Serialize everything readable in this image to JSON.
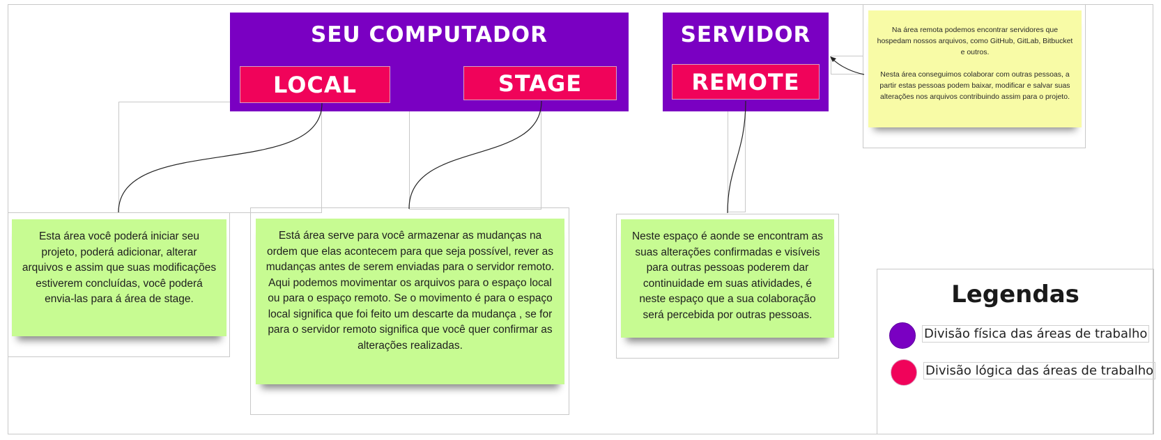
{
  "boxes": {
    "computer": "SEU COMPUTADOR",
    "server": "SERVIDOR",
    "local": "LOCAL",
    "stage": "STAGE",
    "remote": "REMOTE"
  },
  "notes": {
    "local": "Esta área você poderá iniciar seu projeto, poderá adicionar, alterar arquivos e assim que suas modificações estiverem concluídas, você poderá envia-las para á área de stage.",
    "stage": "Está área serve para você armazenar as mudanças na ordem que elas acontecem para que seja possível, rever as mudanças antes de serem enviadas para o servidor remoto.\nAqui podemos movimentar os arquivos para o espaço local ou para o espaço remoto. Se o movimento é para o espaço local significa que foi feito um descarte da mudança , se for para o servidor remoto significa que você quer confirmar as alterações realizadas.",
    "remote": "Neste espaço é aonde se encontram as suas alterações confirmadas e visíveis para outras pessoas poderem dar continuidade em suas atividades, é neste espaço que a sua colaboração será percebida por outras pessoas.",
    "server": "Na área remota podemos encontrar servidores que hospedam nossos arquivos, como GitHub, GitLab, Bitbucket e outros.\n\nNesta área conseguimos colaborar com outras pessoas, a partir estas pessoas podem baixar, modificar e salvar suas alterações nos arquivos contribuindo assim para o projeto."
  },
  "legend": {
    "title": "Legendas",
    "items": [
      {
        "label": "Divisão física das áreas de trabalho",
        "color": "#7a00c2"
      },
      {
        "label": "Divisão lógica das áreas de trabalho",
        "color": "#f0035a"
      }
    ]
  },
  "colors": {
    "physical": "#7a00c2",
    "logical": "#f0035a",
    "note_green": "#c7fb92",
    "note_yellow": "#f8fba6"
  }
}
